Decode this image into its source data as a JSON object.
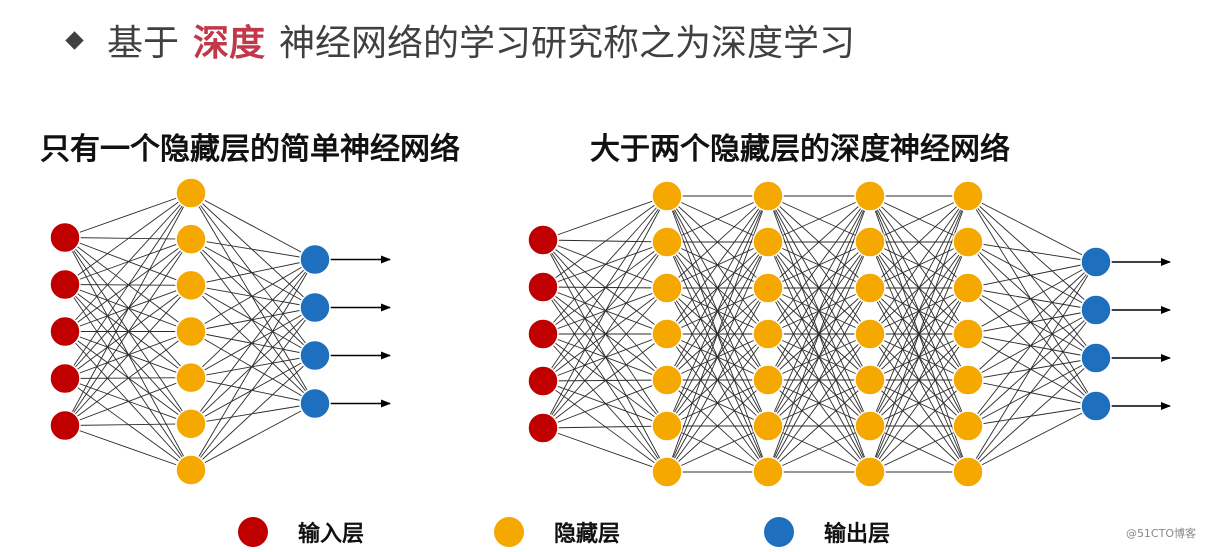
{
  "headline": {
    "prefix": "基于",
    "accent": "深度",
    "suffix": "神经网络的学习研究称之为深度学习"
  },
  "panels": {
    "left_title": "只有一个隐藏层的简单神经网络",
    "right_title": "大于两个隐藏层的深度神经网络"
  },
  "legend": [
    {
      "label": "输入层",
      "color": "#c00000"
    },
    {
      "label": "隐藏层",
      "color": "#f5a800"
    },
    {
      "label": "输出层",
      "color": "#1f6fbf"
    }
  ],
  "colors": {
    "input": "#c00000",
    "hidden": "#f5a800",
    "output": "#1f6fbf",
    "accent": "#c0384a"
  },
  "networks": [
    {
      "name": "simple",
      "input_nodes": 5,
      "hidden_layers": 1,
      "hidden_nodes": 7,
      "output_nodes": 4
    },
    {
      "name": "deep",
      "input_nodes": 5,
      "hidden_layers": 4,
      "hidden_nodes": 7,
      "output_nodes": 4
    }
  ],
  "watermark": "@51CTO博客"
}
